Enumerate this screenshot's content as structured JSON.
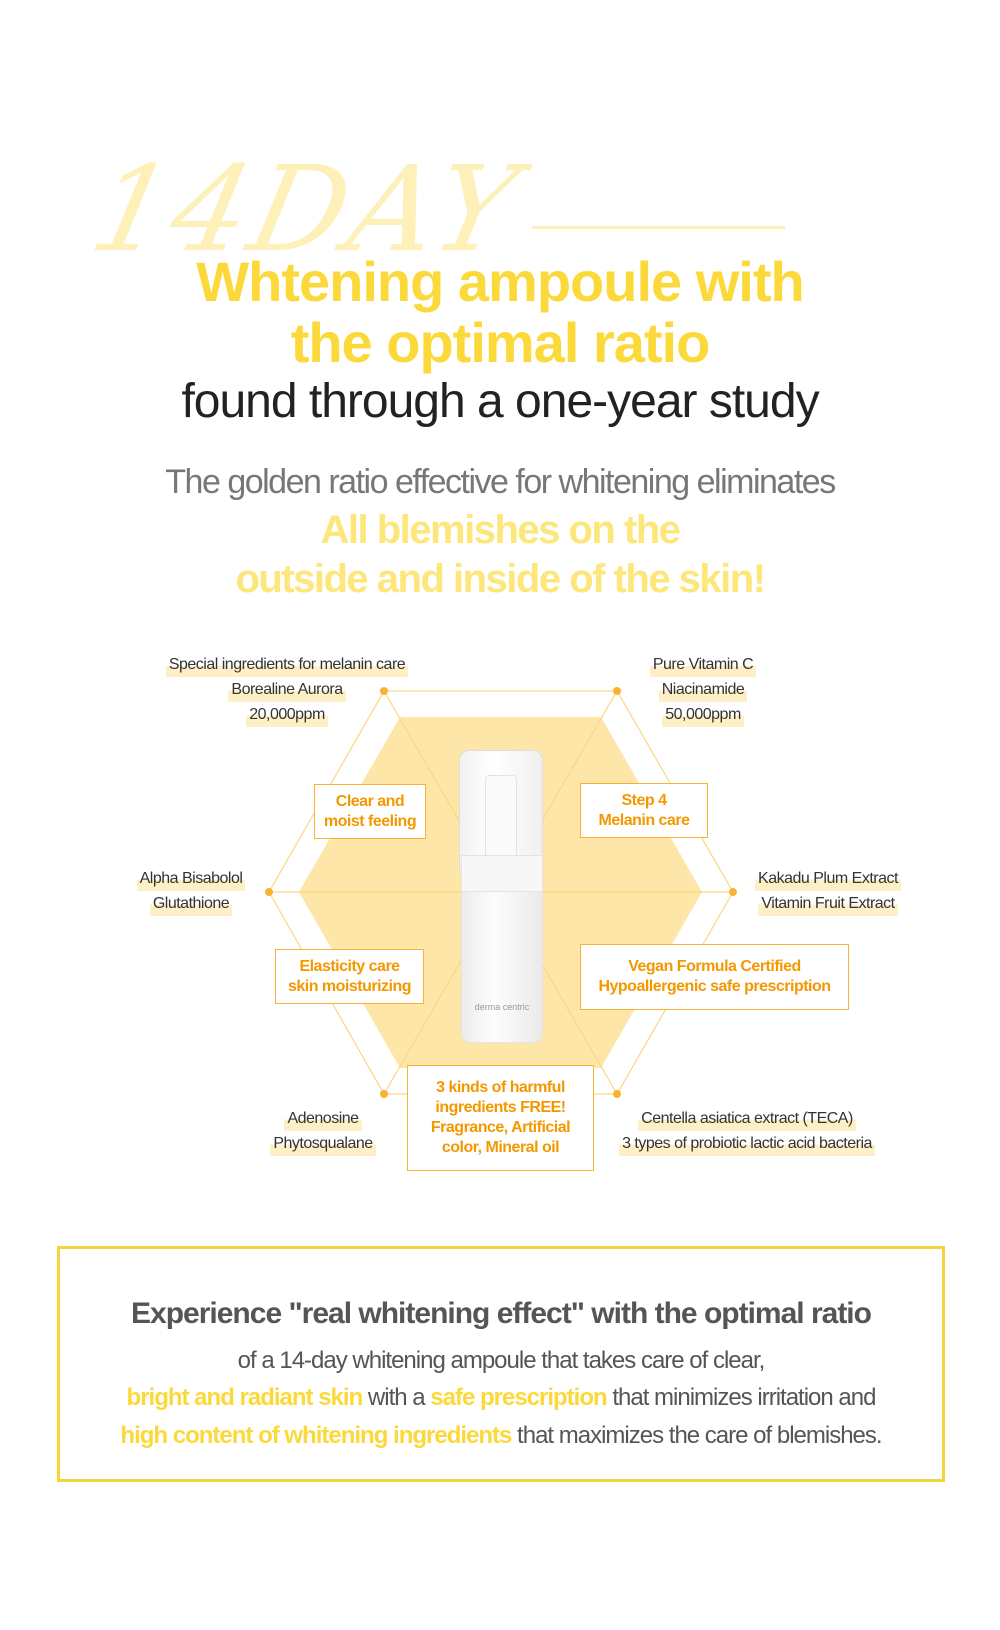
{
  "hero": {
    "logo_text": "14DAY",
    "title_line1": "Whtening ampoule with",
    "title_line2": "the optimal ratio",
    "subtitle": "found through a one-year study"
  },
  "tagline": {
    "line1": "The golden ratio effective for whitening eliminates",
    "line2": "All blemishes on the",
    "line3": "outside and inside of the skin!"
  },
  "ingredients": {
    "top_left": [
      "Special ingredients for melanin care",
      "Borealine Aurora",
      "20,000ppm"
    ],
    "top_right": [
      "Pure Vitamin C",
      "Niacinamide",
      "50,000ppm"
    ],
    "left": [
      "Alpha Bisabolol",
      "Glutathione"
    ],
    "right": [
      "Kakadu Plum Extract",
      "Vitamin Fruit Extract"
    ],
    "bottom_left": [
      "Adenosine",
      "Phytosqualane"
    ],
    "bottom_right": [
      "Centella asiatica extract (TECA)",
      "3 types of probiotic lactic acid bacteria"
    ]
  },
  "features": {
    "clear": [
      "Clear and",
      "moist feeling"
    ],
    "step": [
      "Step 4",
      "Melanin care"
    ],
    "elasticity": [
      "Elasticity care",
      "skin moisturizing"
    ],
    "vegan": [
      "Vegan Formula Certified",
      "Hypoallergenic safe prescription"
    ],
    "free": [
      "3 kinds of harmful",
      "ingredients FREE!",
      "Fragrance, Artificial",
      "color, Mineral oil"
    ]
  },
  "product": {
    "brand": "derma centric"
  },
  "summary": {
    "heading": "Experience \"real whitening effect\" with the optimal ratio",
    "line1": "of a 14-day whitening ampoule that takes care of clear,",
    "l2_hl1": "bright and radiant skin",
    "l2_t1": " with a ",
    "l2_hl2": "safe prescription",
    "l2_t2": " that minimizes irritation and",
    "l3_hl": "high content of whitening ingredients",
    "l3_t": " that maximizes the care of blemishes."
  },
  "colors": {
    "yellow": "#fcd93a",
    "orange": "#f39800",
    "hex_fill": "#fde6a8"
  }
}
